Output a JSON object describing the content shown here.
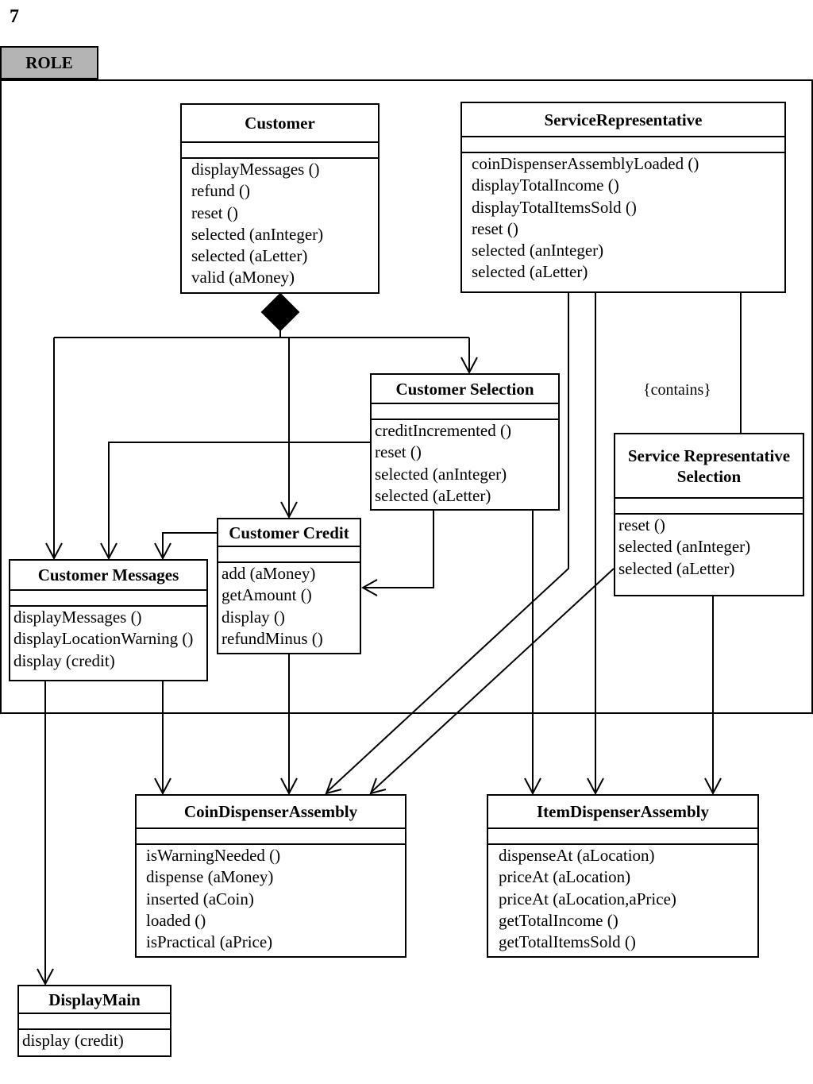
{
  "page_number": "7",
  "role_label": "ROLE",
  "constraint_label": "{contains}",
  "classes": {
    "customer": {
      "name": "Customer",
      "operations": [
        "displayMessages ()",
        "refund ()",
        "reset ()",
        "selected (anInteger)",
        "selected (aLetter)",
        "valid (aMoney)"
      ]
    },
    "service_rep": {
      "name": "ServiceRepresentative",
      "operations": [
        "coinDispenserAssemblyLoaded ()",
        "displayTotalIncome ()",
        "displayTotalItemsSold ()",
        "reset ()",
        "selected (anInteger)",
        "selected (aLetter)"
      ]
    },
    "customer_selection": {
      "name": "Customer Selection",
      "operations": [
        "creditIncremented ()",
        "reset ()",
        "selected (anInteger)",
        "selected (aLetter)"
      ]
    },
    "sr_selection": {
      "name": "Service Representative\nSelection",
      "operations": [
        "reset ()",
        "selected (anInteger)",
        "selected (aLetter)"
      ]
    },
    "customer_credit": {
      "name": "Customer Credit",
      "operations": [
        "add (aMoney)",
        "getAmount ()",
        "display ()",
        "refundMinus ()"
      ]
    },
    "customer_messages": {
      "name": "Customer Messages",
      "operations": [
        "displayMessages ()",
        "displayLocationWarning ()",
        "display (credit)"
      ]
    },
    "coin_dispenser": {
      "name": "CoinDispenserAssembly",
      "operations": [
        "isWarningNeeded ()",
        "dispense (aMoney)",
        "inserted (aCoin)",
        "loaded ()",
        "isPractical (aPrice)"
      ]
    },
    "item_dispenser": {
      "name": "ItemDispenserAssembly",
      "operations": [
        "dispenseAt (aLocation)",
        "priceAt (aLocation)",
        "priceAt (aLocation,aPrice)",
        "getTotalIncome ()",
        "getTotalItemsSold ()"
      ]
    },
    "display_main": {
      "name": "DisplayMain",
      "operations": [
        "display (credit)"
      ]
    }
  }
}
